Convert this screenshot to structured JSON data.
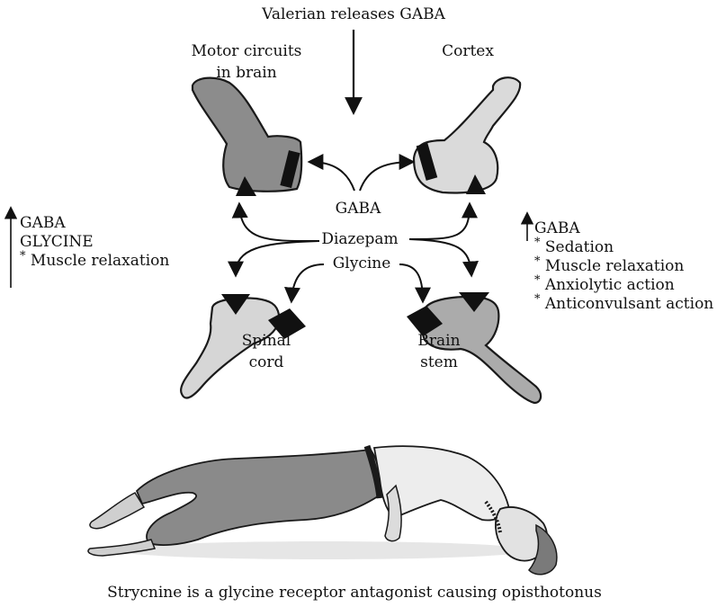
{
  "colors": {
    "motor": "#8c8c8c",
    "cortex": "#dadada",
    "spinal": "#d6d6d6",
    "brainstem": "#ababab",
    "outline": "#1a1a1a",
    "pants": "#8a8a8a",
    "shirt": "#ededed"
  },
  "labels": {
    "top": "Valerian releases GABA",
    "motor_line1": "Motor circuits",
    "motor_line2": "in brain",
    "cortex": "Cortex",
    "gaba_center": "GABA",
    "diazepam": "Diazepam",
    "glycine": "Glycine",
    "spinal_line1": "Spinal",
    "spinal_line2": "cord",
    "brainstem_line1": "Brain",
    "brainstem_line2": "stem",
    "caption": "Strycnine is a glycine receptor antagonist causing opisthotonus"
  },
  "left_effects": {
    "items": [
      "GABA",
      "GLYCINE",
      "Muscle relaxation"
    ]
  },
  "right_effects": {
    "items": [
      "GABA",
      "Sedation",
      "Muscle relaxation",
      "Anxiolytic action",
      "Anticonvulsant action"
    ]
  },
  "icons": [
    "neuron-icon",
    "receptor-icon",
    "person-icon",
    "arrow-icon"
  ]
}
